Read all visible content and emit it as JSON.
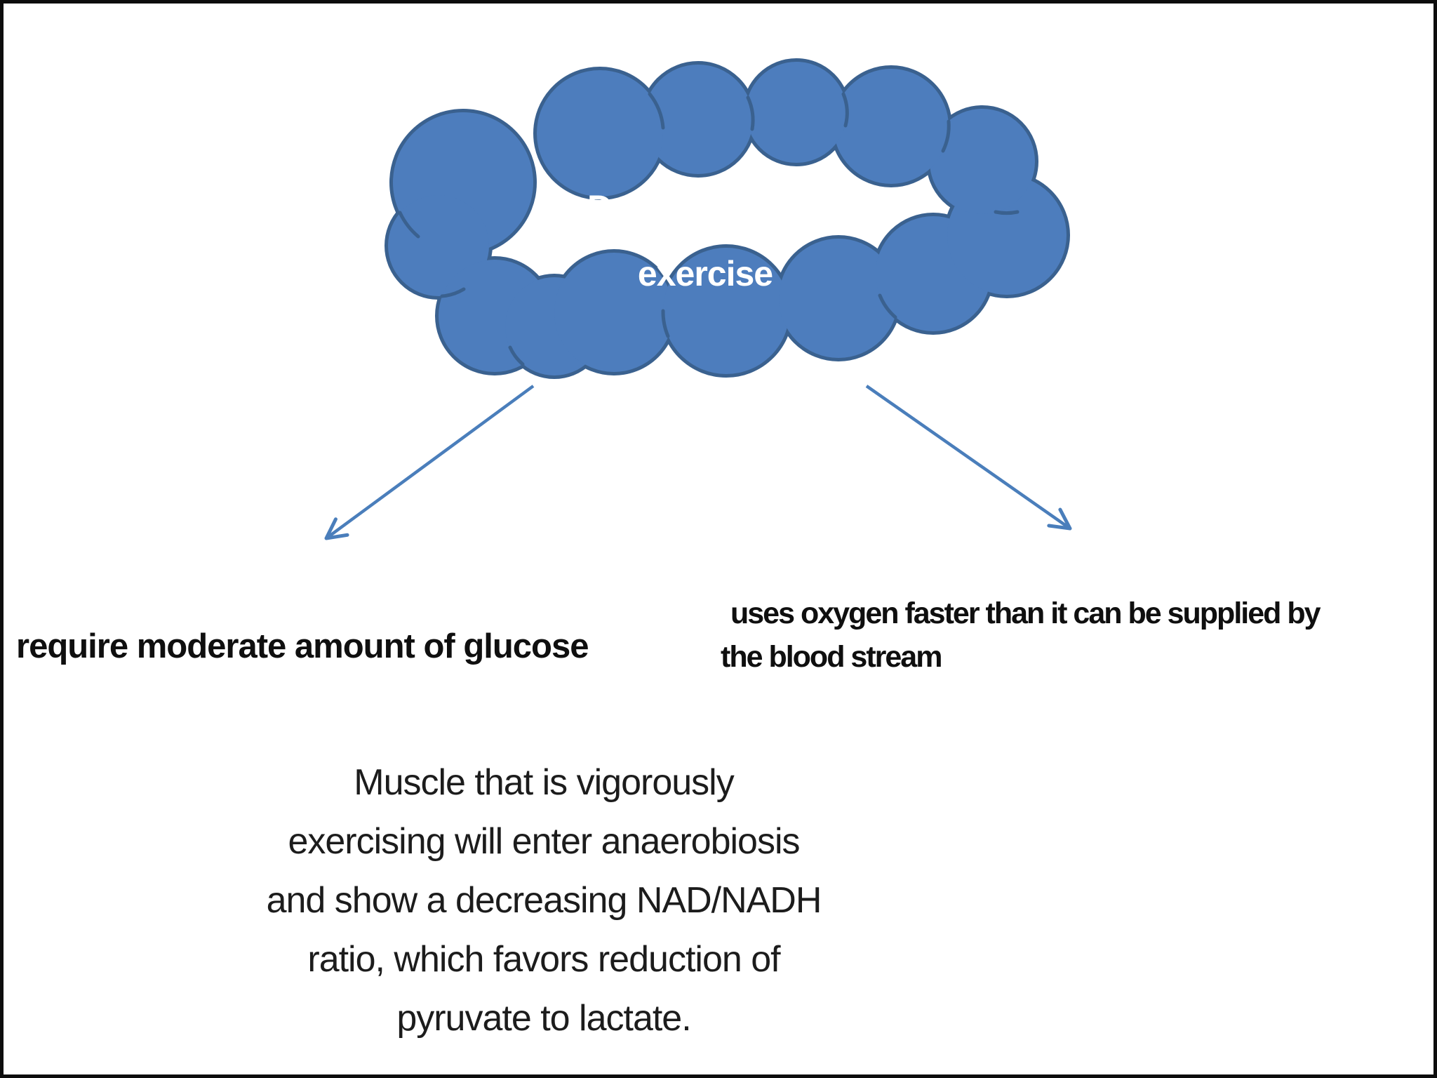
{
  "page": {
    "background": "#ffffff",
    "border_color": "#0d0d0d"
  },
  "cloud": {
    "title_lines": [
      "During intense",
      "exercise"
    ],
    "fill_color": "#4d7dbd",
    "outline_color": "#3a618f",
    "text_color": "#ffffff"
  },
  "arrows": {
    "color": "#4a7ebb"
  },
  "branches": {
    "left": {
      "label": "require moderate amount of glucose"
    },
    "right": {
      "lines": [
        "uses oxygen faster than it can be supplied by",
        "the blood stream"
      ]
    }
  },
  "summary": {
    "lines": [
      "Muscle that is vigorously",
      "exercising will enter anaerobiosis",
      "and show a decreasing NAD/NADH",
      "ratio, which favors reduction of",
      "pyruvate to lactate."
    ],
    "text_color": "#1c1c1c"
  }
}
